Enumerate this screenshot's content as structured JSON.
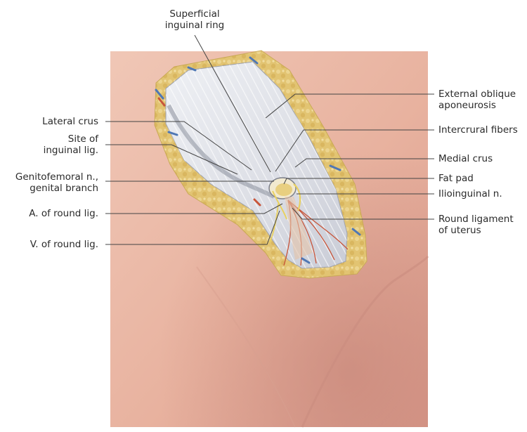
{
  "labels": {
    "superficial_inguinal_ring": [
      "Superficial",
      "inguinal ring"
    ],
    "lateral_crus": [
      "Lateral crus"
    ],
    "site_of_inguinal_lig": [
      "Site of",
      "inguinal lig."
    ],
    "genitofemoral_n": [
      "Genitofemoral n.,",
      "genital branch"
    ],
    "a_of_round_lig": [
      "A. of round lig."
    ],
    "v_of_round_lig": [
      "V. of round lig."
    ],
    "external_oblique_aponeurosis": [
      "External oblique",
      "aponeurosis"
    ],
    "intercrural_fibers": [
      "Intercrural fibers"
    ],
    "medial_crus": [
      "Medial crus"
    ],
    "fat_pad": [
      "Fat pad"
    ],
    "ilioinguinal_n": [
      "Ilioinguinal n."
    ],
    "round_ligament_of_uterus": [
      "Round ligament",
      "of uterus"
    ]
  },
  "colors": {
    "skin": "#e9b8a6",
    "fat": "#e3c577",
    "aponeurosis": "#dfe1e7",
    "vessel_blue": "#4f77b4",
    "vessel_red": "#c8553a",
    "nerve": "#e8d060",
    "leader": "#444444"
  }
}
